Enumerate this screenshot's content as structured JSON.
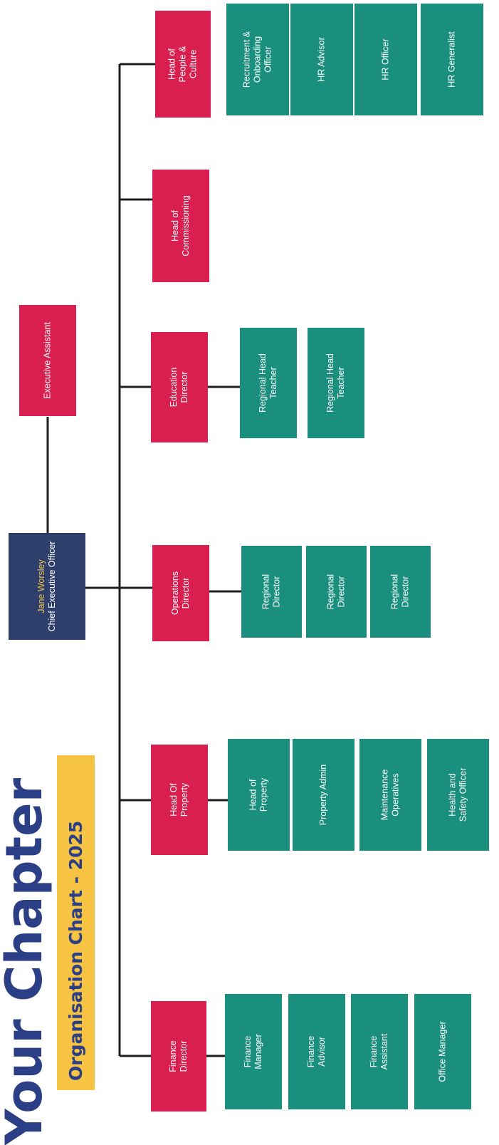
{
  "header": {
    "brand": "Your Chapter",
    "subtitle": "Organisation Chart - 2025"
  },
  "colors": {
    "executive_box": "#2f3f6b",
    "head_box": "#d81f4f",
    "staff_box": "#1a8f7d",
    "subtitle_band": "#f7c342",
    "title_text": "#2a3f86",
    "ceo_name_text": "#f2c14e"
  },
  "ceo": {
    "name": "Jane Worsley",
    "title": "Chief Executive Officer"
  },
  "executive_assistant": {
    "label": "Executive Assistant"
  },
  "departments": [
    {
      "head": "Finance Director",
      "staff": [
        "Finance Manager",
        "Finance Advisor",
        "Finance Assistant",
        "Office Manager"
      ]
    },
    {
      "head": "Head Of Property",
      "staff": [
        "Head of Property",
        "Property Admin",
        "Maintenance Operatives",
        "Health and Safety Officer"
      ]
    },
    {
      "head": "Operations Director",
      "staff": [
        "Regional Director",
        "Regional Director",
        "Regional Director"
      ]
    },
    {
      "head": "Education Director",
      "staff": [
        "Regional Head Teacher",
        "Regional Head Teacher"
      ]
    },
    {
      "head": "Head of Commissioning",
      "staff": []
    },
    {
      "head": "Head of People & Culture",
      "staff": [
        "Recruitment & Onboarding Officer",
        "HR Advisor",
        "HR Officer",
        "HR Generalist"
      ]
    }
  ]
}
